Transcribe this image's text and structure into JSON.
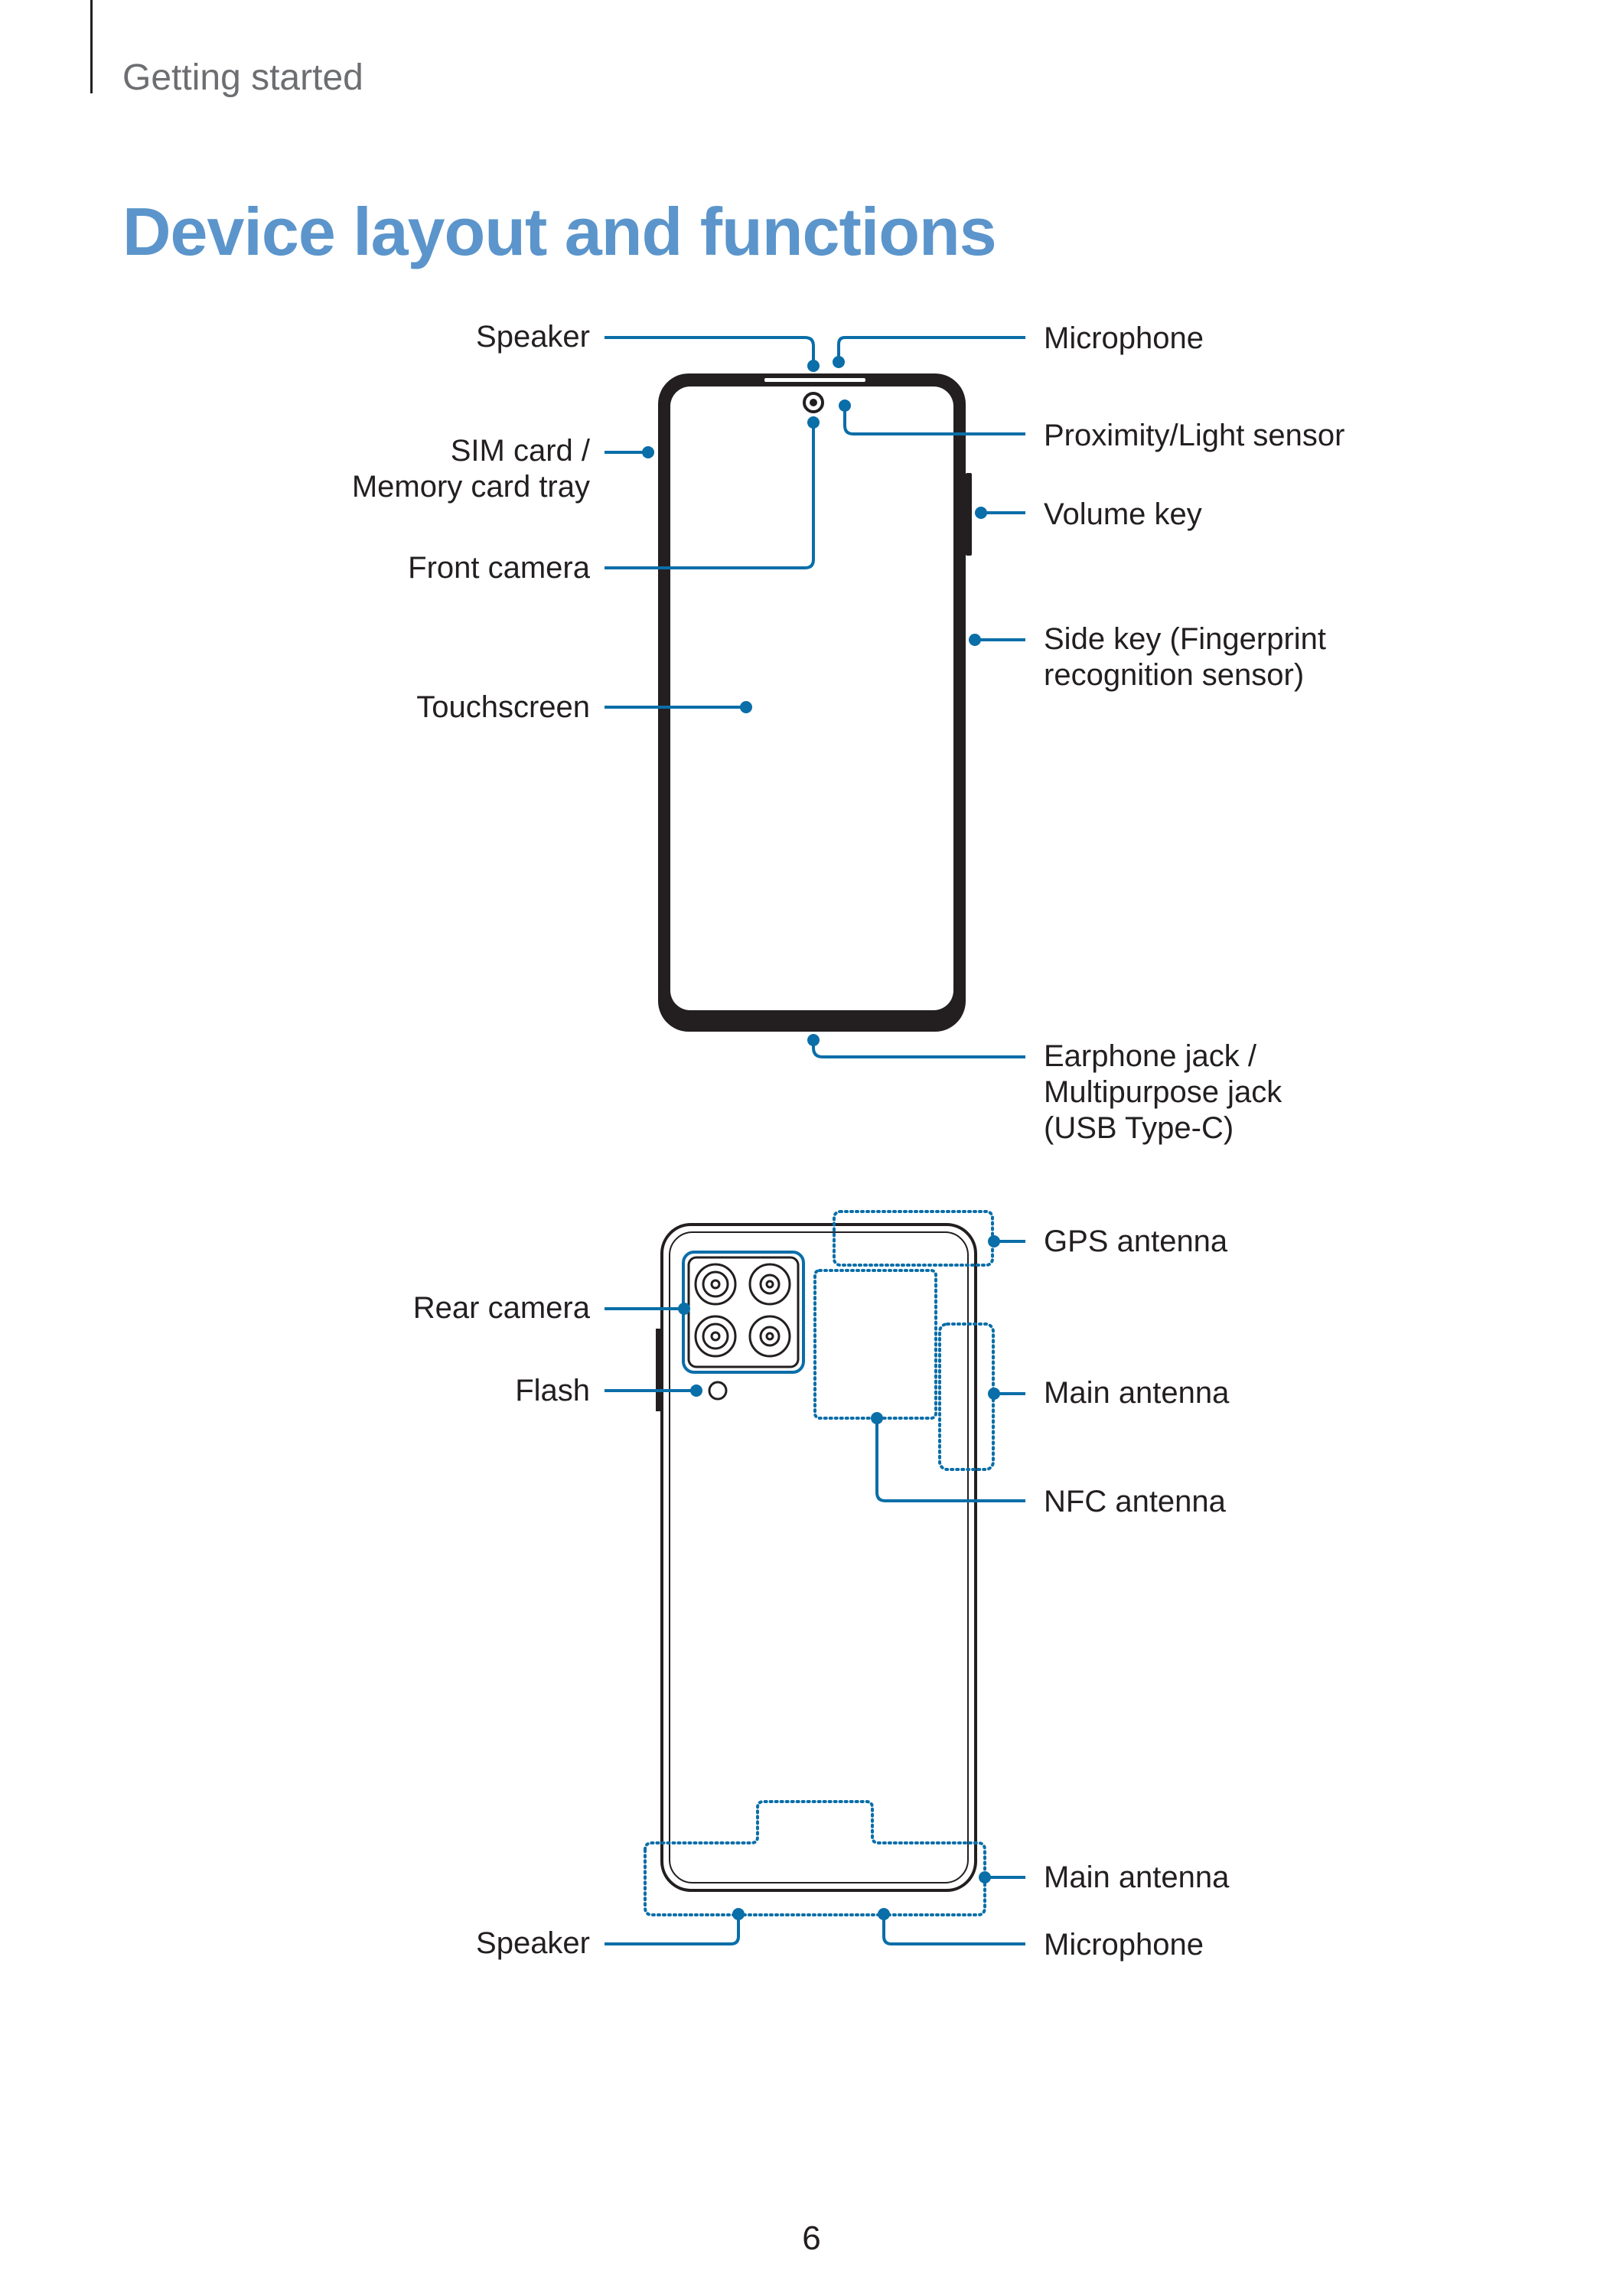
{
  "header": {
    "section": "Getting started"
  },
  "page": {
    "title": "Device layout and functions",
    "number": "6"
  },
  "colors": {
    "accent": "#0a6ea8",
    "title": "#5b95cb",
    "outline": "#231f20"
  },
  "front_view": {
    "speaker": "Speaker",
    "microphone": "Microphone",
    "sim_tray": [
      "SIM card /",
      "Memory card tray"
    ],
    "proximity_sensor": "Proximity/Light sensor",
    "volume_key": "Volume key",
    "front_camera": "Front camera",
    "side_key": [
      "Side key (Fingerprint",
      "recognition sensor)"
    ],
    "touchscreen": "Touchscreen",
    "earphone_jack": [
      "Earphone jack /",
      "Multipurpose jack",
      "(USB Type-C)"
    ]
  },
  "back_view": {
    "gps_antenna": "GPS antenna",
    "rear_camera": "Rear camera",
    "main_antenna_side": "Main antenna",
    "flash": "Flash",
    "nfc_antenna": "NFC antenna",
    "main_antenna_bottom": "Main antenna",
    "speaker": "Speaker",
    "microphone": "Microphone"
  }
}
